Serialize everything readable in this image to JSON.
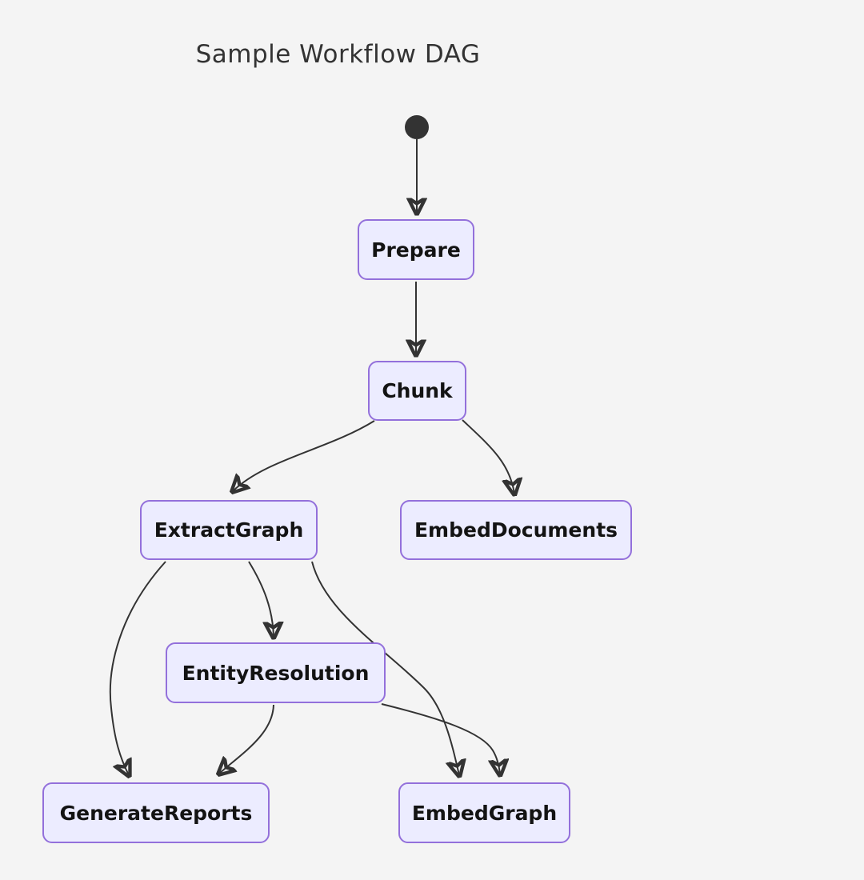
{
  "title": "Sample Workflow DAG",
  "diagram": {
    "type": "flowchart",
    "direction": "top-down",
    "nodes": {
      "start": {
        "label": "",
        "shape": "filled-circle"
      },
      "prepare": {
        "label": "Prepare"
      },
      "chunk": {
        "label": "Chunk"
      },
      "extract_graph": {
        "label": "ExtractGraph"
      },
      "embed_documents": {
        "label": "EmbedDocuments"
      },
      "entity_resolution": {
        "label": "EntityResolution"
      },
      "generate_reports": {
        "label": "GenerateReports"
      },
      "embed_graph": {
        "label": "EmbedGraph"
      }
    },
    "edges": [
      {
        "from": "start",
        "to": "prepare"
      },
      {
        "from": "prepare",
        "to": "chunk"
      },
      {
        "from": "chunk",
        "to": "extract_graph"
      },
      {
        "from": "chunk",
        "to": "embed_documents"
      },
      {
        "from": "extract_graph",
        "to": "entity_resolution"
      },
      {
        "from": "extract_graph",
        "to": "generate_reports"
      },
      {
        "from": "extract_graph",
        "to": "embed_graph"
      },
      {
        "from": "entity_resolution",
        "to": "generate_reports"
      },
      {
        "from": "entity_resolution",
        "to": "embed_graph"
      }
    ],
    "colors": {
      "background": "#f4f4f4",
      "node_fill": "#ececff",
      "node_border": "#9370db",
      "edge": "#333333",
      "node_text": "#131313",
      "title_text": "#333333",
      "start_dot": "#333333"
    }
  }
}
